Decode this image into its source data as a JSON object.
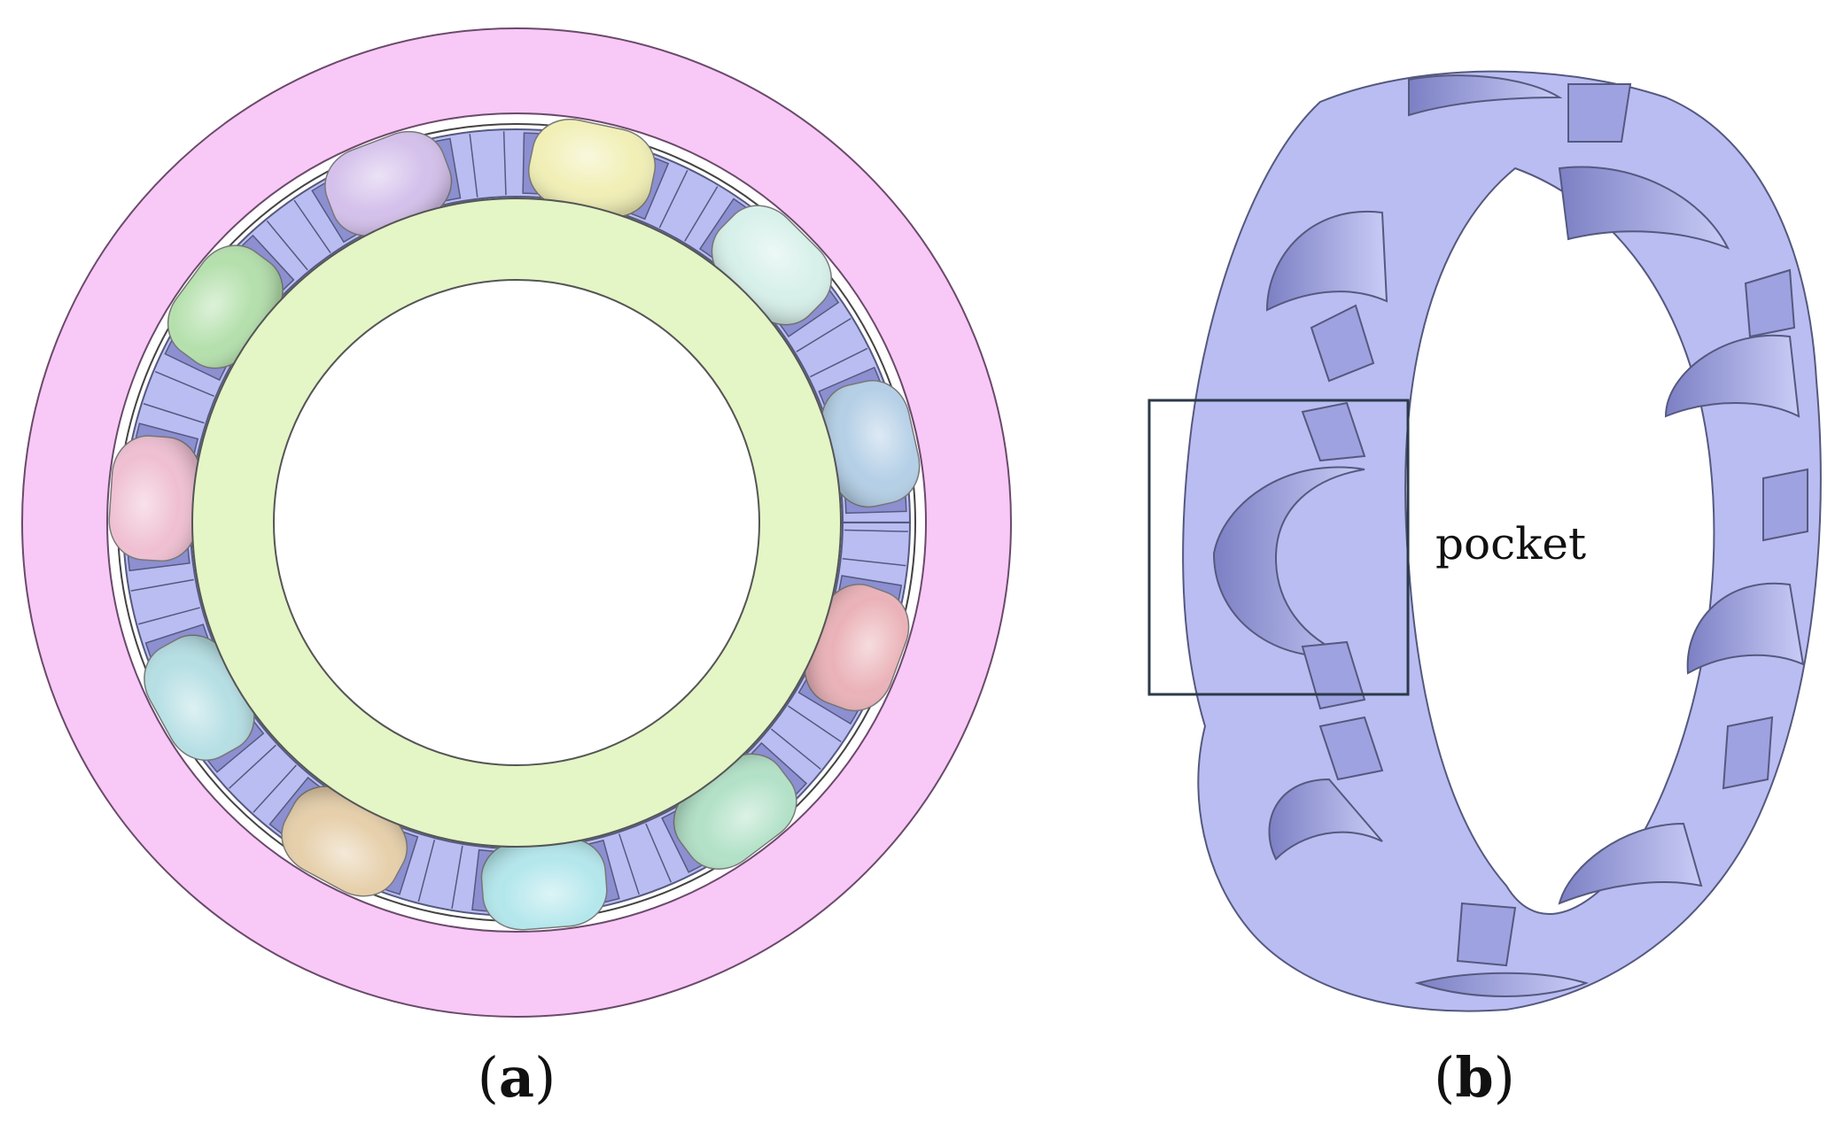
{
  "panels": [
    {
      "id": "a",
      "caption_open": "(",
      "caption_letter": "a",
      "caption_close": ")"
    },
    {
      "id": "b",
      "caption_open": "(",
      "caption_letter": "b",
      "caption_close": ")"
    }
  ],
  "annotation": {
    "label": "pocket"
  },
  "colors": {
    "outer_ring": "#f8c8f6",
    "inner_ring": "#e4f5c6",
    "cage": "#b9bdf2",
    "cage_dark": "#8c8fd0",
    "cage_edge": "#55597e",
    "ball_colors": [
      "#f1efb5",
      "#d7f0ea",
      "#b4cfe6",
      "#eab2b8",
      "#b2e1c7",
      "#b3e7ec",
      "#e6cfaa",
      "#b5dfe4",
      "#efbfd1",
      "#b4e0ac",
      "#d4c0eb"
    ]
  }
}
